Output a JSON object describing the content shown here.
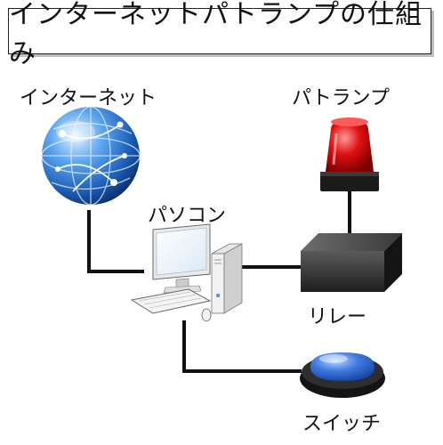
{
  "title": "インターネットパトランプの仕組み",
  "nodes": {
    "internet": "インターネット",
    "patlamp": "パトランプ",
    "pc": "パソコン",
    "relay": "リレー",
    "switch": "スイッチ"
  }
}
